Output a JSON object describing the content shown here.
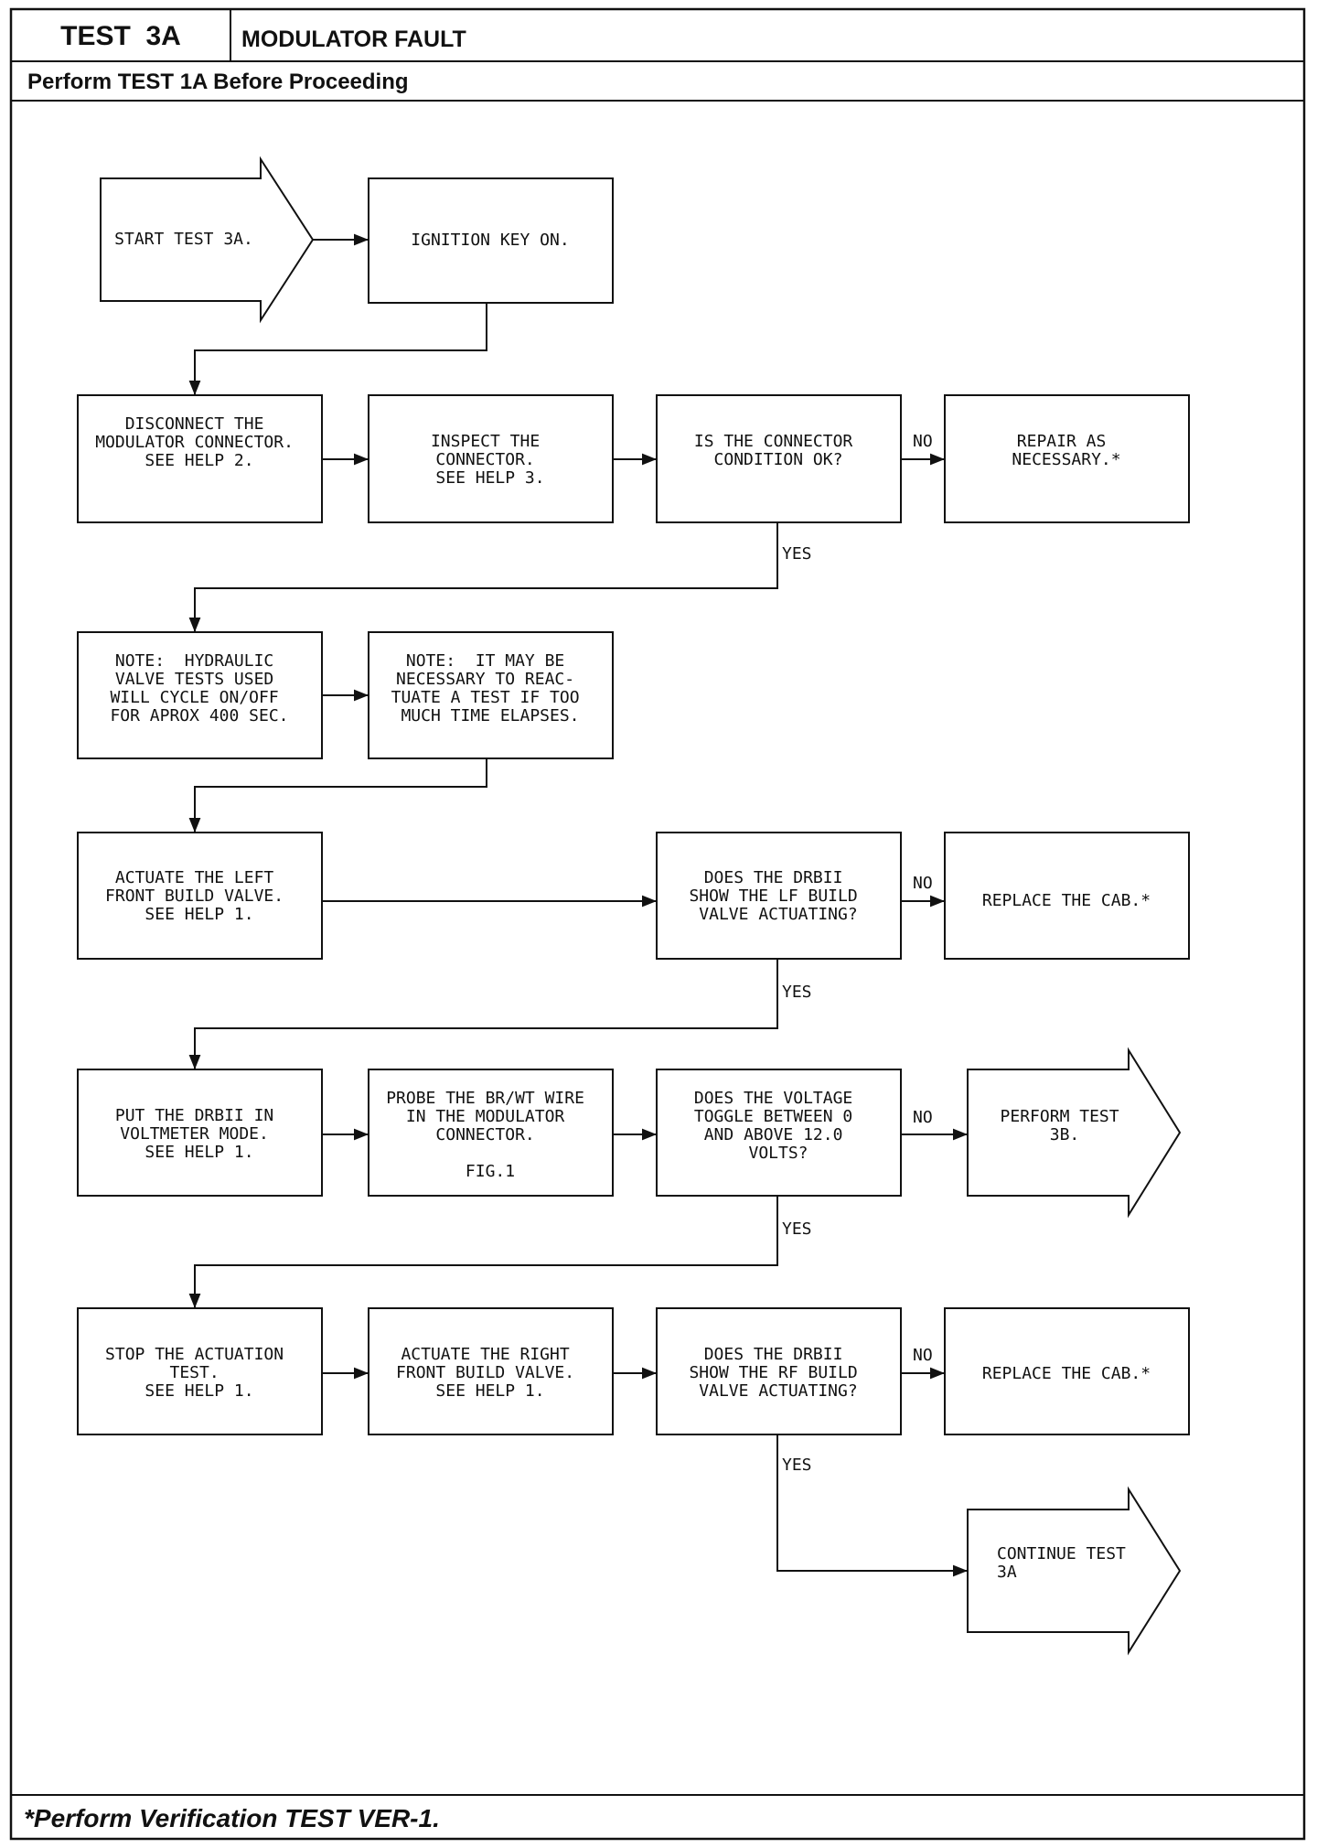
{
  "header": {
    "test_id": "TEST  3A",
    "title": "MODULATOR FAULT",
    "subtitle": "Perform TEST 1A Before Proceeding"
  },
  "nodes": {
    "start": [
      "START TEST 3A."
    ],
    "ignition": [
      "IGNITION KEY ON."
    ],
    "disconnect": [
      "DISCONNECT THE",
      "MODULATOR CONNECTOR.",
      "SEE HELP 2."
    ],
    "inspect": [
      "INSPECT THE",
      "CONNECTOR.",
      "SEE HELP 3."
    ],
    "connector_ok": [
      "IS THE CONNECTOR",
      "CONDITION OK?"
    ],
    "repair": [
      "REPAIR AS",
      "NECESSARY.*"
    ],
    "note1": [
      "NOTE:  HYDRAULIC",
      "VALVE TESTS USED",
      "WILL CYCLE ON/OFF",
      "FOR APROX 400 SEC."
    ],
    "note2": [
      "NOTE:  IT MAY BE",
      "NECESSARY TO REAC-",
      "TUATE A TEST IF TOO",
      "MUCH TIME ELAPSES."
    ],
    "actuate_lf": [
      "ACTUATE THE LEFT",
      "FRONT BUILD VALVE.",
      "SEE HELP 1."
    ],
    "drbii_lf": [
      "DOES THE DRBII",
      "SHOW THE LF BUILD",
      "VALVE ACTUATING?"
    ],
    "replace1": [
      "REPLACE THE CAB.*"
    ],
    "voltmeter": [
      "PUT THE DRBII IN",
      "VOLTMETER MODE.",
      "SEE HELP 1."
    ],
    "probe": [
      "PROBE THE BR/WT WIRE",
      "IN THE MODULATOR",
      "CONNECTOR.",
      "",
      "FIG.1"
    ],
    "voltage": [
      "DOES THE VOLTAGE",
      "TOGGLE BETWEEN 0",
      "AND ABOVE 12.0",
      "VOLTS?"
    ],
    "test3b": [
      "PERFORM TEST",
      "3B."
    ],
    "stop": [
      "STOP THE ACTUATION",
      "TEST.",
      "SEE HELP 1."
    ],
    "actuate_rf": [
      "ACTUATE THE RIGHT",
      "FRONT BUILD VALVE.",
      "SEE HELP 1."
    ],
    "drbii_rf": [
      "DOES THE DRBII",
      "SHOW THE RF BUILD",
      "VALVE ACTUATING?"
    ],
    "replace2": [
      "REPLACE THE CAB.*"
    ],
    "continue": [
      "CONTINUE TEST",
      "3A"
    ]
  },
  "labels": {
    "no": "NO",
    "yes": "YES"
  },
  "footer": "*Perform Verification TEST VER-1."
}
